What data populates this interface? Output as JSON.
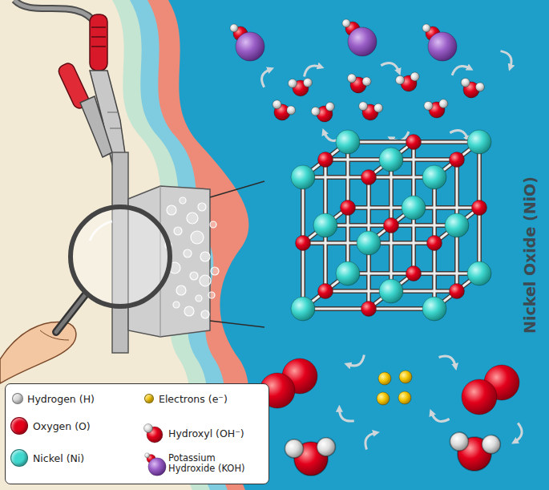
{
  "diagram": {
    "labels": [
      "Nickel Oxide (NiO)"
    ],
    "legend": [
      {
        "text": "Hydrogen (H)",
        "color": "#d9d9d9"
      },
      {
        "text": "Electrons (e⁻)",
        "color": "#f5c400"
      },
      {
        "text": "Oxygen (O)",
        "color": "#e3001b"
      },
      {
        "text": "Hydroxyl (OH⁻)"
      },
      {
        "text": "Nickel (Ni)",
        "color": "#3fd8cf"
      },
      {
        "text": "Potassium Hydroxide (KOH)"
      }
    ]
  }
}
